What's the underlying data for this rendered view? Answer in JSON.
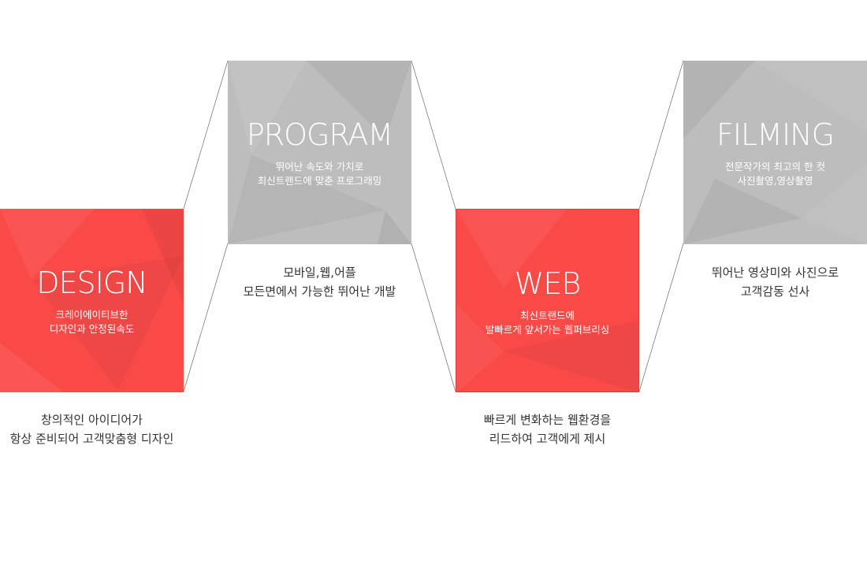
{
  "services": [
    {
      "title": "DESIGN",
      "sub": [
        "크레이에이티브한",
        "디자인과 안정된속도"
      ],
      "desc": [
        "창의적인 아이디어가",
        "항상 준비되어 고객맞춤형 디자인"
      ],
      "color": "#f94a48"
    },
    {
      "title": "PROGRAM",
      "sub": [
        "뛰어난 속도와 가치로",
        "최신트랜드에 맞춘 프로그래밍"
      ],
      "desc": [
        "모바일,웹,어플",
        "모든면에서 가능한 뛰어난 개발"
      ],
      "color": "#bdbdbd"
    },
    {
      "title": "WEB",
      "sub": [
        "최신트랜드에",
        "발빠르게 앞서가는 웹퍼브리싱"
      ],
      "desc": [
        "빠르게 변화하는 웹환경을",
        "리드하여 고객에게 제시"
      ],
      "color": "#f94a48"
    },
    {
      "title": "FILMING",
      "sub": [
        "전문작가의 최고의 한 컷",
        "사진촬영,영상촬영"
      ],
      "desc": [
        "뛰어난 영상미와 사진으로",
        "고객감동 선사"
      ],
      "color": "#bdbdbd"
    }
  ]
}
